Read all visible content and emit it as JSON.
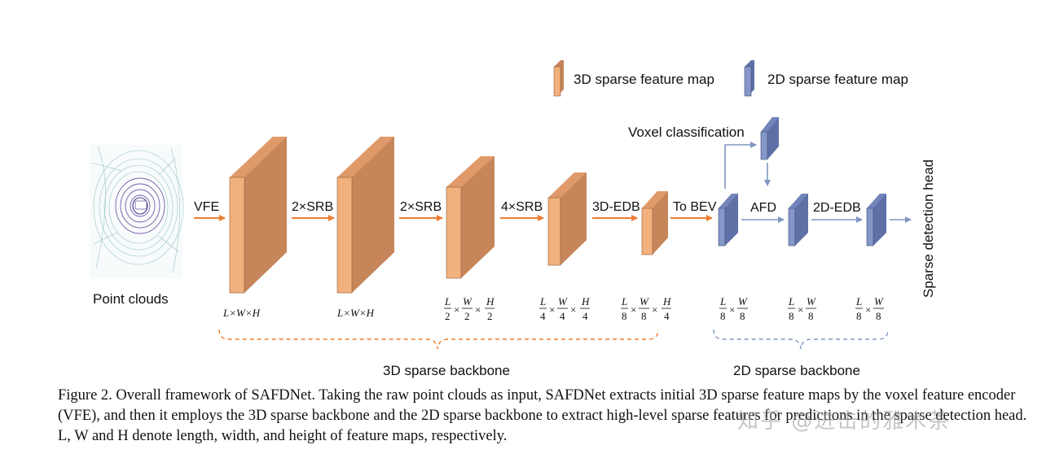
{
  "legend": {
    "sparse3d": "3D sparse feature map",
    "sparse2d": "2D sparse feature map"
  },
  "input": {
    "label": "Point  clouds"
  },
  "ops": {
    "vfe": "VFE",
    "srb1": "2×SRB",
    "srb2": "2×SRB",
    "srb3": "4×SRB",
    "edb3d": "3D-EDB",
    "to_bev": "To BEV",
    "afd": "AFD",
    "edb2d": "2D-EDB"
  },
  "voxel_classification": "Voxel classification",
  "head": "Sparse detection head",
  "backbone_3d": "3D sparse backbone",
  "backbone_2d": "2D sparse backbone",
  "dims": {
    "d1": "L×W×H",
    "d2": "L×W×H"
  },
  "fractions": {
    "f3": {
      "den": "2"
    },
    "f4": {
      "den": "4"
    },
    "f5": {
      "dl": "8",
      "dw": "8",
      "dh": "4"
    },
    "f6": {
      "den": "8"
    },
    "f7": {
      "den": "8"
    },
    "f8": {
      "den": "8"
    }
  },
  "caption": "Figure 2. Overall framework of SAFDNet. Taking the raw point clouds as input, SAFDNet extracts initial 3D sparse feature maps by the voxel feature encoder (VFE), and then it employs the 3D sparse backbone and the 2D sparse backbone to extract high-level sparse features for predictions in the sparse detection head. L, W and H denote length, width, and height of feature maps, respectively.",
  "watermark": "知乎 @进击的雅木茶",
  "colors": {
    "orange_front": "#f2b07c",
    "orange_side": "#c6865a",
    "orange_top": "#e09a6a",
    "blue_front": "#8596c8",
    "blue_side": "#5f70a6",
    "blue_top": "#7485bb",
    "arrow_orange": "#ed7d31",
    "arrow_blue": "#7f97c0",
    "brace_orange": "#ed7d31",
    "brace_blue": "#7f97c0"
  },
  "icons": {
    "point_cloud": "lidar-point-cloud-icon"
  }
}
